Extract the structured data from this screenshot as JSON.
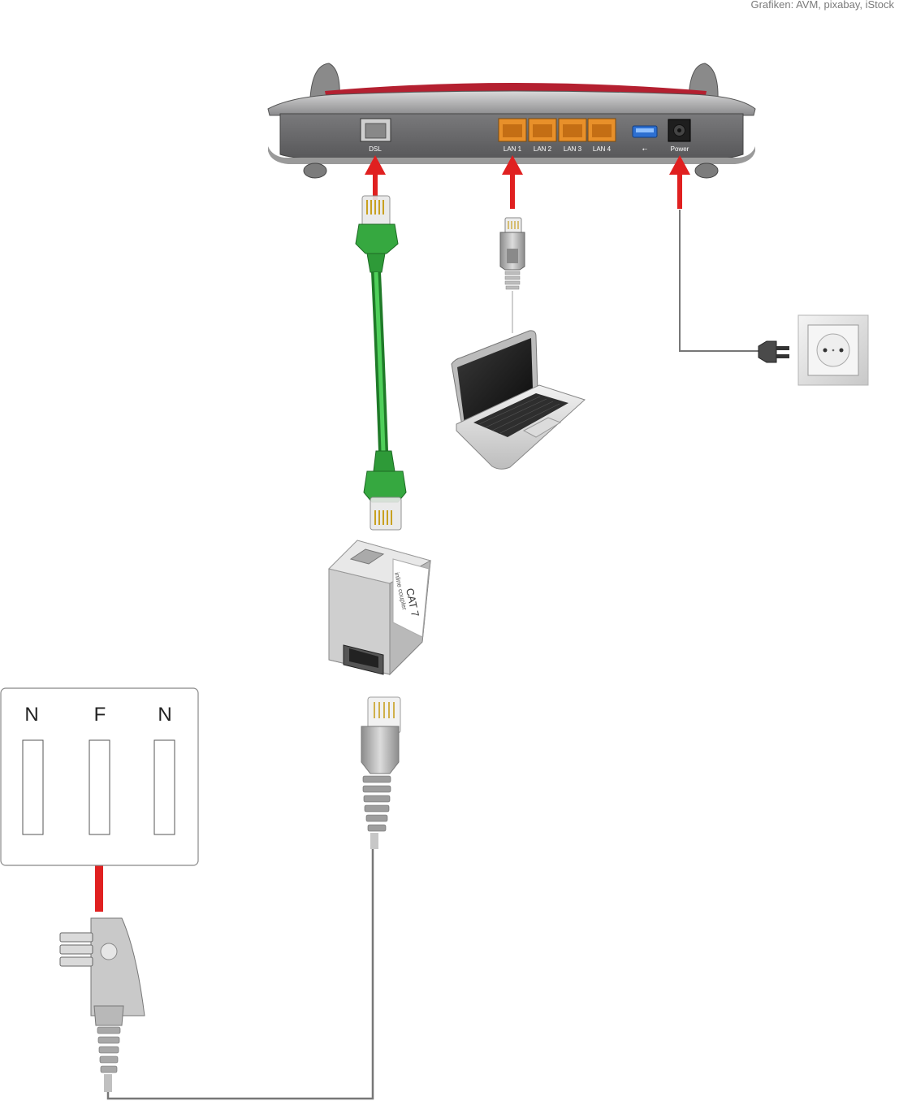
{
  "credit": "Grafiken: AVM, pixabay, iStock",
  "router": {
    "ports": [
      {
        "id": "dsl",
        "label": "DSL"
      },
      {
        "id": "lan1",
        "label": "LAN 1"
      },
      {
        "id": "lan2",
        "label": "LAN 2"
      },
      {
        "id": "lan3",
        "label": "LAN 3"
      },
      {
        "id": "lan4",
        "label": "LAN 4"
      },
      {
        "id": "usb",
        "label": "⭠"
      },
      {
        "id": "power",
        "label": "Power"
      }
    ]
  },
  "coupler": {
    "label": "CAT 7",
    "sublabel": "inline coupler"
  },
  "tae": {
    "labels": [
      "N",
      "F",
      "N"
    ]
  },
  "colors": {
    "arrow": "#e02020",
    "dsl_cable": "#2eaa3a",
    "lan_port": "#e8902a",
    "router_body": "#6e6e70"
  }
}
